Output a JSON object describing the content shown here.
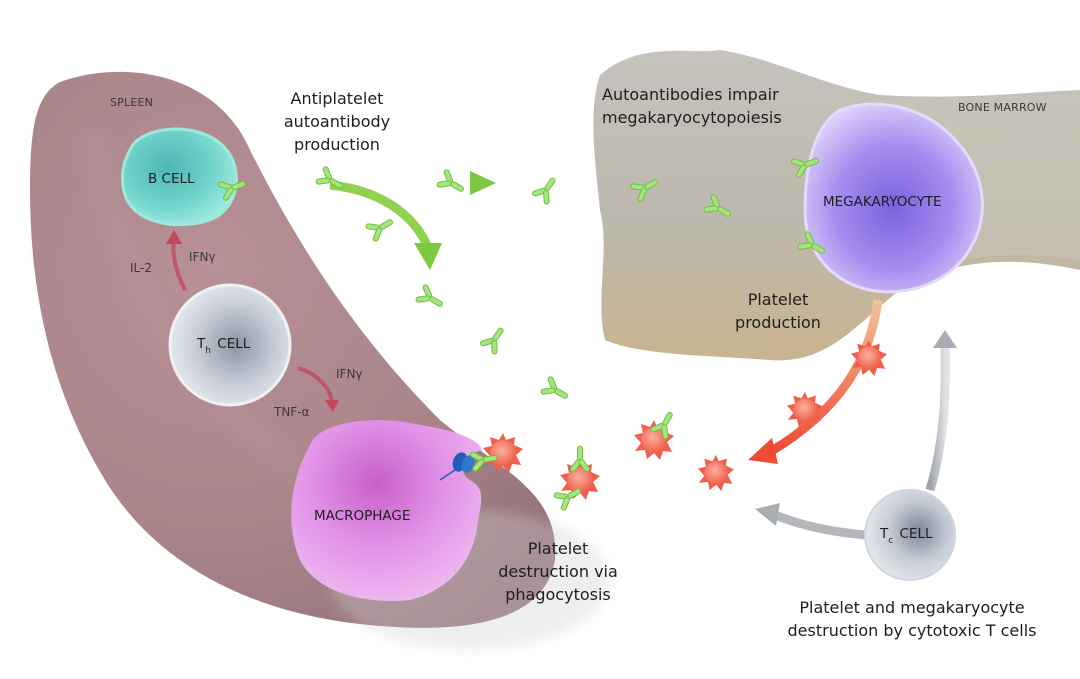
{
  "diagram": {
    "regions": {
      "spleen": "SPLEEN",
      "bone_marrow": "BONE MARROW"
    },
    "cells": {
      "b_cell": "B CELL",
      "th_cell": {
        "main": "T",
        "sub": "h",
        "suffix": "CELL"
      },
      "macrophage": "MACROPHAGE",
      "megakaryocyte": "MEGAKARYOCYTE",
      "tc_cell": {
        "main": "T",
        "sub": "c",
        "suffix": "CELL"
      }
    },
    "cytokines": {
      "il2": "IL-2",
      "ifng_to_b": "IFNγ",
      "ifng_to_macrophage": "IFNγ",
      "tnfa": "TNF-α"
    },
    "captions": {
      "antibody_production": [
        "Antiplatelet",
        "autoantibody",
        "production"
      ],
      "impair": [
        "Autoantibodies impair",
        "megakaryocytopoiesis"
      ],
      "platelet_production": [
        "Platelet",
        "production"
      ],
      "phagocytosis": [
        "Platelet",
        "destruction via",
        "phagocytosis"
      ],
      "cytotoxic": [
        "Platelet and megakaryocyte",
        "destruction by cytotoxic T cells"
      ]
    },
    "colors": {
      "spleen": "#a9858a",
      "bone": "#c2bdb3",
      "b_cell": "#6fd8cc",
      "th_cell": "#d8dde6",
      "macrophage": "#e59be8",
      "megakaryocyte": "#b9a2f0",
      "platelet": "#f26b55",
      "antibody": "#9fe27a",
      "antibody_arrow": "#7dc840",
      "cytokine_arrow": "#c24a58",
      "grey_arrow": "#a9adb3",
      "receptor": "#1f5fb5"
    }
  }
}
